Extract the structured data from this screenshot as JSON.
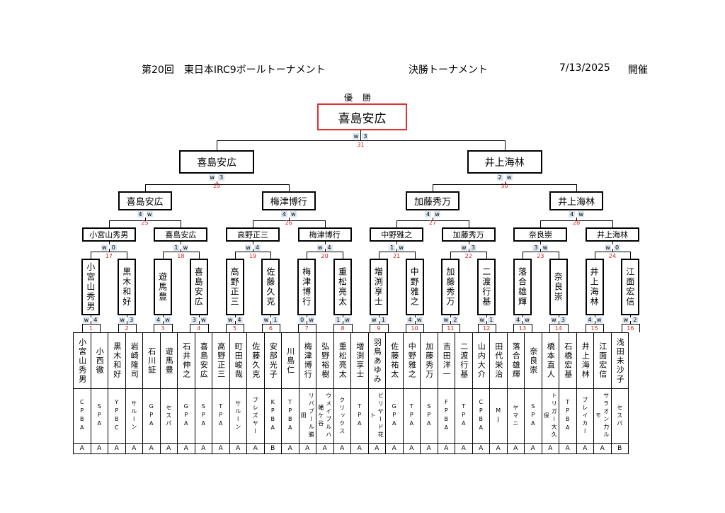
{
  "header": {
    "title": "第20回　東日本IRC9ボールトーナメント",
    "subtitle": "決勝トーナメント",
    "date": "7/13/2025",
    "held": "開催"
  },
  "winner_label": "優勝",
  "champion": "喜島安広",
  "final": {
    "left": "喜島安広",
    "right": "井上海林",
    "score": [
      "w",
      "3"
    ],
    "match_no": "31"
  },
  "semis": [
    {
      "score": [
        "w",
        "3"
      ],
      "match_no": "29"
    },
    {
      "score": [
        "2",
        "w"
      ],
      "match_no": "30"
    }
  ],
  "quarters": [
    {
      "name": "喜島安広",
      "score": [
        "4",
        "w"
      ],
      "match_no": "25"
    },
    {
      "name": "梅津博行",
      "score": [
        "4",
        "w"
      ],
      "match_no": "26"
    },
    {
      "name": "加藤秀万",
      "score": [
        "4",
        "w"
      ],
      "match_no": "27"
    },
    {
      "name": "井上海林",
      "score": [
        "4",
        "w"
      ],
      "match_no": "28"
    }
  ],
  "round16": [
    {
      "name": "小宮山秀男",
      "score": [
        "w",
        "0"
      ],
      "match_no": "17"
    },
    {
      "name": "喜島安広",
      "score": [
        "1",
        "w"
      ],
      "match_no": "18"
    },
    {
      "name": "高野正三",
      "score": [
        "w",
        "4"
      ],
      "match_no": "19"
    },
    {
      "name": "梅津博行",
      "score": [
        "w",
        "4"
      ],
      "match_no": "20"
    },
    {
      "name": "中野雅之",
      "score": [
        "1",
        "w"
      ],
      "match_no": "21"
    },
    {
      "name": "加藤秀万",
      "score": [
        "w",
        "3"
      ],
      "match_no": "22"
    },
    {
      "name": "奈良崇",
      "score": [
        "3",
        "w"
      ],
      "match_no": "23"
    },
    {
      "name": "井上海林",
      "score": [
        "w",
        "0"
      ],
      "match_no": "24"
    }
  ],
  "round32": [
    {
      "name": "小宮山秀男",
      "score": [
        "w",
        "4"
      ],
      "match_no": "1"
    },
    {
      "name": "黒木和好",
      "score": [
        "w",
        "3"
      ],
      "match_no": "2"
    },
    {
      "name": "遊馬豊",
      "score": [
        "4",
        "w"
      ],
      "match_no": "3"
    },
    {
      "name": "喜島安広",
      "score": [
        "3",
        "w"
      ],
      "match_no": "4"
    },
    {
      "name": "高野正三",
      "score": [
        "w",
        "4"
      ],
      "match_no": "5"
    },
    {
      "name": "佐藤久克",
      "score": [
        "w",
        "1"
      ],
      "match_no": "6"
    },
    {
      "name": "梅津博行",
      "score": [
        "0",
        "w"
      ],
      "match_no": "7"
    },
    {
      "name": "重松亮太",
      "score": [
        "1",
        "w"
      ],
      "match_no": "8"
    },
    {
      "name": "増渕享士",
      "score": [
        "w",
        "1"
      ],
      "match_no": "9"
    },
    {
      "name": "中野雅之",
      "score": [
        "4",
        "w"
      ],
      "match_no": "10"
    },
    {
      "name": "加藤秀万",
      "score": [
        "w",
        "2"
      ],
      "match_no": "11"
    },
    {
      "name": "二渡行基",
      "score": [
        "w",
        "1"
      ],
      "match_no": "12"
    },
    {
      "name": "落合雄輝",
      "score": [
        "4",
        "w"
      ],
      "match_no": "13"
    },
    {
      "name": "奈良崇",
      "score": [
        "w",
        "3"
      ],
      "match_no": "14"
    },
    {
      "name": "井上海林",
      "score": [
        "4",
        "w"
      ],
      "match_no": "15"
    },
    {
      "name": "江面宏信",
      "score": [
        "w",
        "2"
      ],
      "match_no": "16"
    }
  ],
  "players": [
    {
      "name": "小宮山秀男",
      "club": "CPBA",
      "rank": "A"
    },
    {
      "name": "小西徹",
      "club": "SPA",
      "rank": "A"
    },
    {
      "name": "黒木和好",
      "club": "YPBC",
      "rank": "A"
    },
    {
      "name": "岩崎隆司",
      "club": "サルーン",
      "rank": "A"
    },
    {
      "name": "石川証",
      "club": "GPA",
      "rank": "A"
    },
    {
      "name": "遊馬豊",
      "club": "セスパ",
      "rank": "A"
    },
    {
      "name": "石井伸之",
      "club": "GPA",
      "rank": "A"
    },
    {
      "name": "喜島安広",
      "club": "SPA",
      "rank": "A"
    },
    {
      "name": "高野正三",
      "club": "TPA",
      "rank": "A"
    },
    {
      "name": "町田峻哉",
      "club": "サルーン",
      "rank": "A"
    },
    {
      "name": "佐藤久克",
      "club": "ブレズヤー",
      "rank": "A"
    },
    {
      "name": "安部光子",
      "club": "KPBA",
      "rank": "B"
    },
    {
      "name": "川島仁",
      "club": "TPBA",
      "rank": "A"
    },
    {
      "name": "梅津博行",
      "club": "リバプール勝田",
      "rank": "A"
    },
    {
      "name": "弘野裕樹",
      "club": "ウメイブルハ幡ケ谷",
      "rank": "A"
    },
    {
      "name": "重松亮太",
      "club": "クリックス",
      "rank": "A"
    },
    {
      "name": "増渕享士",
      "club": "TPA",
      "rank": "A"
    },
    {
      "name": "羽鳥あゆみ",
      "club": "ビリヤード花ト",
      "rank": "A"
    },
    {
      "name": "佐藤祐太",
      "club": "GPA",
      "rank": "A"
    },
    {
      "name": "中野雅之",
      "club": "TPA",
      "rank": "A"
    },
    {
      "name": "加藤秀万",
      "club": "SPA",
      "rank": "A"
    },
    {
      "name": "吉田洋一",
      "club": "FPBA",
      "rank": "A"
    },
    {
      "name": "二渡行基",
      "club": "TPA",
      "rank": "A"
    },
    {
      "name": "山内大介",
      "club": "CPBA",
      "rank": "A"
    },
    {
      "name": "田代栄治",
      "club": "MJ",
      "rank": "A"
    },
    {
      "name": "落合雄輝",
      "club": "ヤマニ",
      "rank": "A"
    },
    {
      "name": "奈良崇",
      "club": "SPA",
      "rank": "A"
    },
    {
      "name": "橋本直人",
      "club": "トリガー大久保",
      "rank": "A"
    },
    {
      "name": "石橋宏基",
      "club": "TPBA",
      "rank": "A"
    },
    {
      "name": "井上海林",
      "club": "ブレイカー",
      "rank": "A"
    },
    {
      "name": "江面宏信",
      "club": "サラオン力ルモ",
      "rank": "A"
    },
    {
      "name": "浅田未沙子",
      "club": "セスパ",
      "rank": "B"
    }
  ]
}
